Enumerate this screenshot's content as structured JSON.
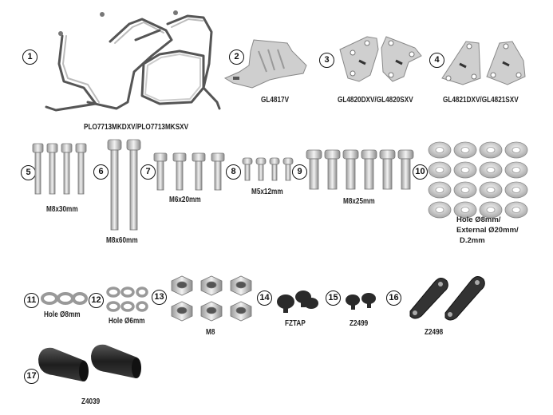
{
  "items": [
    {
      "number": "1",
      "code": "PLO7713MKDXV/PLO7713MKSXV"
    },
    {
      "number": "2",
      "code": "GL4817V"
    },
    {
      "number": "3",
      "code": "GL4820DXV/GL4820SXV"
    },
    {
      "number": "4",
      "code": "GL4821DXV/GL4821SXV"
    },
    {
      "number": "5",
      "code": "M8x30mm"
    },
    {
      "number": "6",
      "code": "M8x60mm"
    },
    {
      "number": "7",
      "code": "M6x20mm"
    },
    {
      "number": "8",
      "code": "M5x12mm"
    },
    {
      "number": "9",
      "code": "M8x25mm"
    },
    {
      "number": "10",
      "code": "",
      "note": [
        "Hole Ø8mm/",
        "External Ø20mm/",
        "D.2mm"
      ]
    },
    {
      "number": "11",
      "code": "Hole Ø8mm"
    },
    {
      "number": "12",
      "code": "Hole Ø6mm"
    },
    {
      "number": "13",
      "code": "M8"
    },
    {
      "number": "14",
      "code": "FZTAP"
    },
    {
      "number": "15",
      "code": "Z2499"
    },
    {
      "number": "16",
      "code": "Z2498"
    },
    {
      "number": "17",
      "code": "Z4039"
    }
  ]
}
